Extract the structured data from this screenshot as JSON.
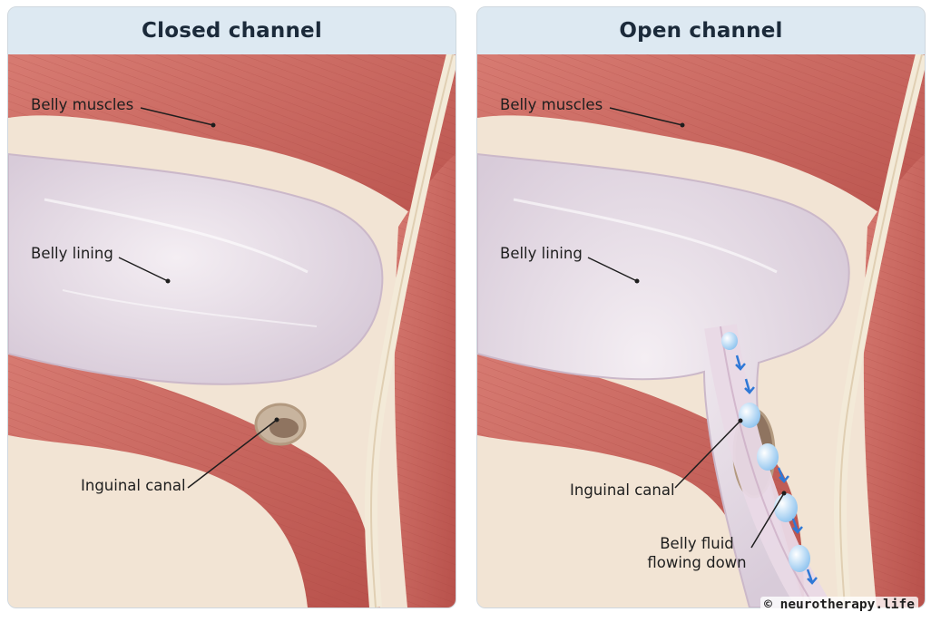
{
  "panels": [
    {
      "title": "Closed channel",
      "labels": {
        "belly_muscles": "Belly muscles",
        "belly_lining": "Belly lining",
        "inguinal_canal": "Inguinal canal"
      }
    },
    {
      "title": "Open channel",
      "labels": {
        "belly_muscles": "Belly muscles",
        "belly_lining": "Belly lining",
        "inguinal_canal": "Inguinal canal",
        "belly_fluid": "Belly fluid flowing down"
      }
    }
  ],
  "watermark": "© neurotherapy.life",
  "colors": {
    "header_bg": "#dde9f2",
    "muscle": "#c9625a",
    "lining": "#e6dde8",
    "fluid": "#8fc4ef",
    "arrow": "#2f78d6"
  }
}
